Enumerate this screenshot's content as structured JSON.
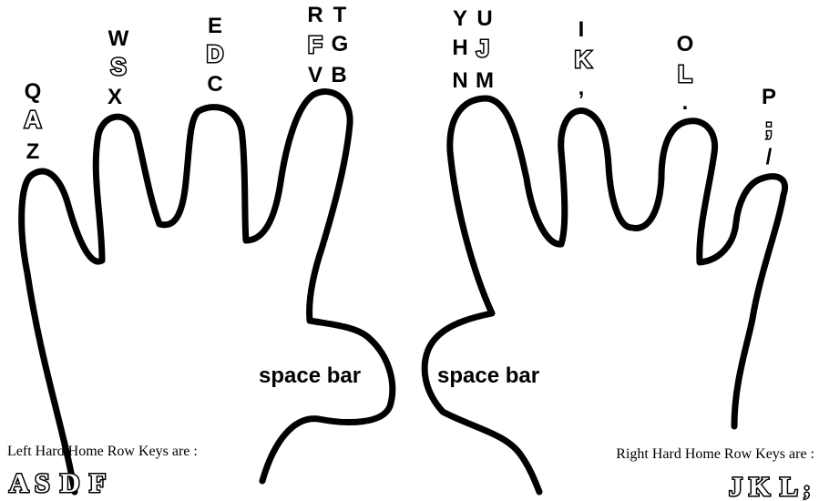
{
  "fingers": {
    "left_pinky": [
      "Q",
      "A",
      "Z"
    ],
    "left_ring": [
      "W",
      "S",
      "X"
    ],
    "left_middle": [
      "E",
      "D",
      "C"
    ],
    "left_index": [
      "R",
      "T",
      "F",
      "G",
      "V",
      "B"
    ],
    "right_index": [
      "Y",
      "U",
      "H",
      "J",
      "N",
      "M"
    ],
    "right_middle": [
      "I",
      "K",
      ","
    ],
    "right_ring": [
      "O",
      "L",
      "."
    ],
    "right_pinky": [
      "P",
      ";",
      "/"
    ]
  },
  "thumbs": {
    "left_label": "space bar",
    "right_label": "space bar"
  },
  "captions": {
    "left": "Left Hard Home Row Keys are :",
    "right": "Right Hard Home Row Keys are :"
  },
  "home_row": {
    "left": [
      "A",
      "S",
      "D",
      "F"
    ],
    "right": [
      "J",
      "K",
      "L",
      ";"
    ]
  }
}
